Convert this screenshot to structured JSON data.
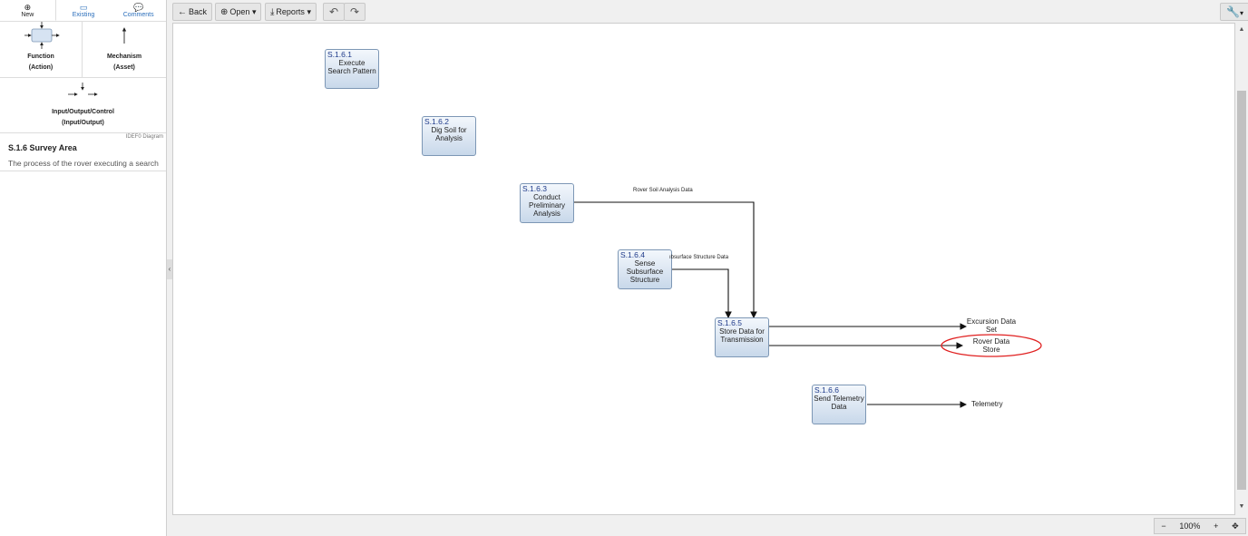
{
  "sidebar": {
    "tabs": [
      {
        "label": "New",
        "icon": "plus-circle-icon"
      },
      {
        "label": "Existing",
        "icon": "archive-icon"
      },
      {
        "label": "Comments",
        "icon": "comments-icon"
      }
    ],
    "palette": {
      "function_label": "Function",
      "function_sub": "(Action)",
      "mechanism_label": "Mechanism",
      "mechanism_sub": "(Asset)",
      "ioc_label": "Input/Output/Control",
      "ioc_sub": "(Input/Output)"
    },
    "diagram_type": "IDEF0 Diagram",
    "diagram_title": "S.1.6 Survey Area",
    "diagram_description": "The process of the rover executing a search"
  },
  "toolbar": {
    "back": "Back",
    "open": "Open",
    "reports": "Reports",
    "undo_icon": "undo-icon",
    "redo_icon": "redo-icon",
    "tools_icon": "wrench-icon"
  },
  "diagram": {
    "functions": [
      {
        "id": "S.1.6.1",
        "name": "Execute Search Pattern"
      },
      {
        "id": "S.1.6.2",
        "name": "Dig Soil for Analysis"
      },
      {
        "id": "S.1.6.3",
        "name": "Conduct Preliminary Analysis"
      },
      {
        "id": "S.1.6.4",
        "name": "Sense Subsurface Structure"
      },
      {
        "id": "S.1.6.5",
        "name": "Store Data for Transmission"
      },
      {
        "id": "S.1.6.6",
        "name": "Send Telemetry Data"
      }
    ],
    "arrow_labels": {
      "soil": "Rover Soil Analysis Data",
      "subsurface": "ıbsurface Structure Data"
    },
    "outputs": {
      "excursion_line1": "Excursion Data",
      "excursion_line2": "Set",
      "rover_line1": "Rover Data",
      "rover_line2": "Store",
      "telemetry": "Telemetry"
    },
    "highlight_color": "#e02020"
  },
  "zoom": {
    "level": "100%",
    "minus": "−",
    "plus": "+"
  }
}
